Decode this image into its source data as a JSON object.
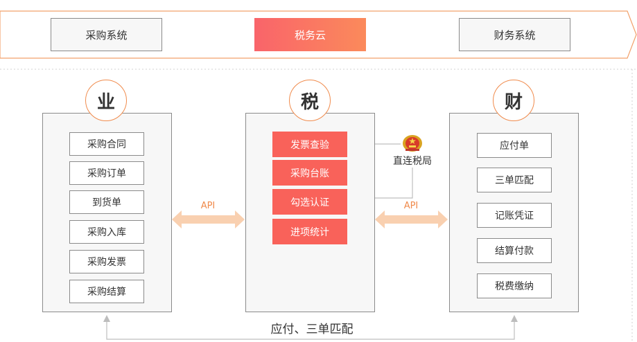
{
  "header": {
    "left": "采购系统",
    "center": "税务云",
    "right": "财务系统"
  },
  "columns": {
    "business": {
      "title": "业",
      "items": [
        "采购合同",
        "采购订单",
        "到货单",
        "采购入库",
        "采购发票",
        "采购结算"
      ]
    },
    "tax": {
      "title": "税",
      "items": [
        "发票查验",
        "采购台账",
        "勾选认证",
        "进项统计"
      ]
    },
    "finance": {
      "title": "财",
      "items": [
        "应付单",
        "三单匹配",
        "记账凭证",
        "结算付款",
        "税费缴纳"
      ]
    }
  },
  "connections": {
    "api_left": "API",
    "api_right": "API",
    "tax_bureau": "直连税局",
    "bottom": "应付、三单匹配"
  },
  "colors": {
    "accent": "#f08a4b",
    "tax_red": "#f9625a",
    "api_arrow": "#f9d0b0"
  },
  "icons": {
    "tax_bureau": "national-emblem-icon"
  }
}
